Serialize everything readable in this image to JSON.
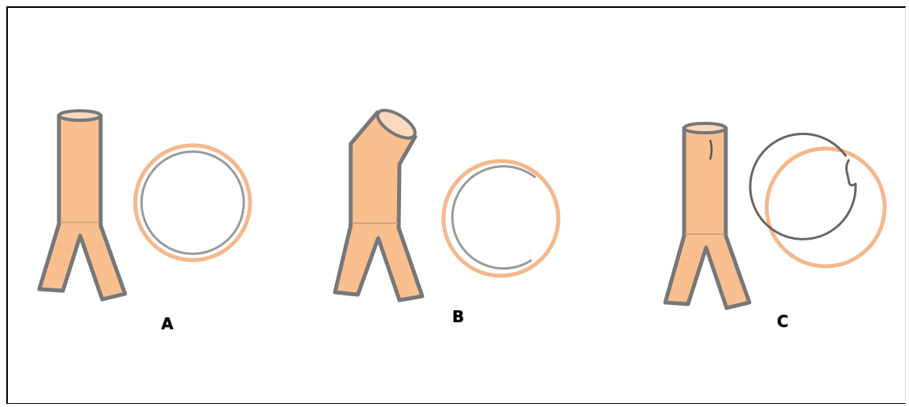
{
  "panels": [
    {
      "label": "A"
    },
    {
      "label": "B"
    },
    {
      "label": "C"
    }
  ],
  "colors": {
    "vessel_fill": "#F9BF8F",
    "vessel_outline": "#777777",
    "ring_outer": "#F4B88C",
    "ring_inner": "#9a9a9a",
    "lumen": "#FCD9BD",
    "frame": "#000000",
    "background": "#FFFFFF"
  }
}
